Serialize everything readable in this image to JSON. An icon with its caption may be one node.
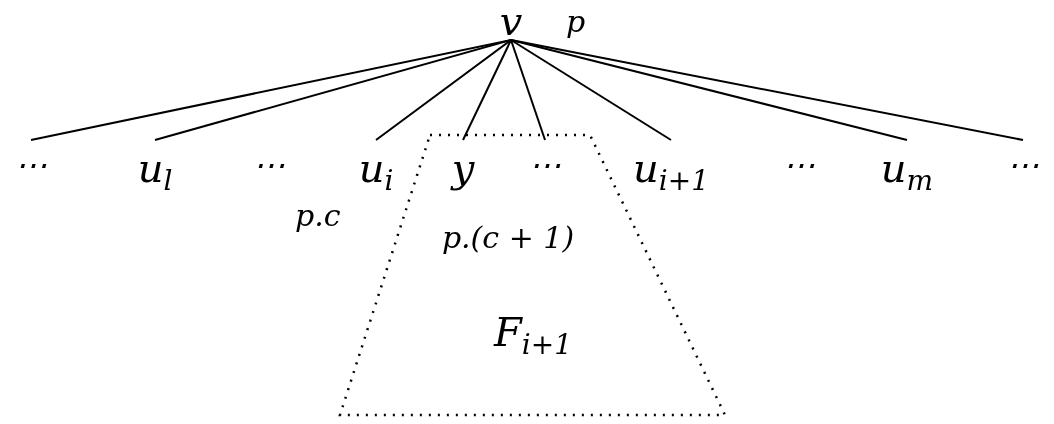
{
  "diagram": {
    "nodes": [
      {
        "text": [
          "v"
        ]
      },
      {
        "text": [
          "⋯"
        ]
      },
      {
        "text": [
          "u$_{l}$"
        ]
      },
      {
        "text": [
          "⋯"
        ]
      },
      {
        "text": [
          "u$_{i}$"
        ]
      },
      {
        "text": [
          "p.(c + 1)",
          "F$_{i+1}$"
        ]
      },
      {
        "text": [
          "y"
        ],
        "in": 5
      },
      {
        "text": [
          "⋯"
        ],
        "in": 5
      },
      {
        "text": [
          "u$_{i+1}$"
        ]
      },
      {
        "text": [
          "⋯"
        ]
      },
      {
        "text": [
          "u$_{m}$"
        ]
      },
      {
        "text": [
          "⋯"
        ]
      }
    ],
    "edges": [
      {
        "from": 0,
        "to": 1,
        "arrow": "none"
      },
      {
        "from": 0,
        "to": 2,
        "arrow": "none"
      },
      {
        "from": 0,
        "to": 4,
        "arrow": "none"
      },
      {
        "from": 0,
        "to": 6,
        "arrow": "none"
      },
      {
        "from": 0,
        "to": 7,
        "arrow": "none"
      },
      {
        "from": 0,
        "to": 8,
        "arrow": "none"
      },
      {
        "from": 0,
        "to": 10,
        "arrow": "none"
      },
      {
        "from": 0,
        "to": 11,
        "arrow": "none"
      }
    ],
    "labels": [
      "p",
      "p.c"
    ]
  }
}
